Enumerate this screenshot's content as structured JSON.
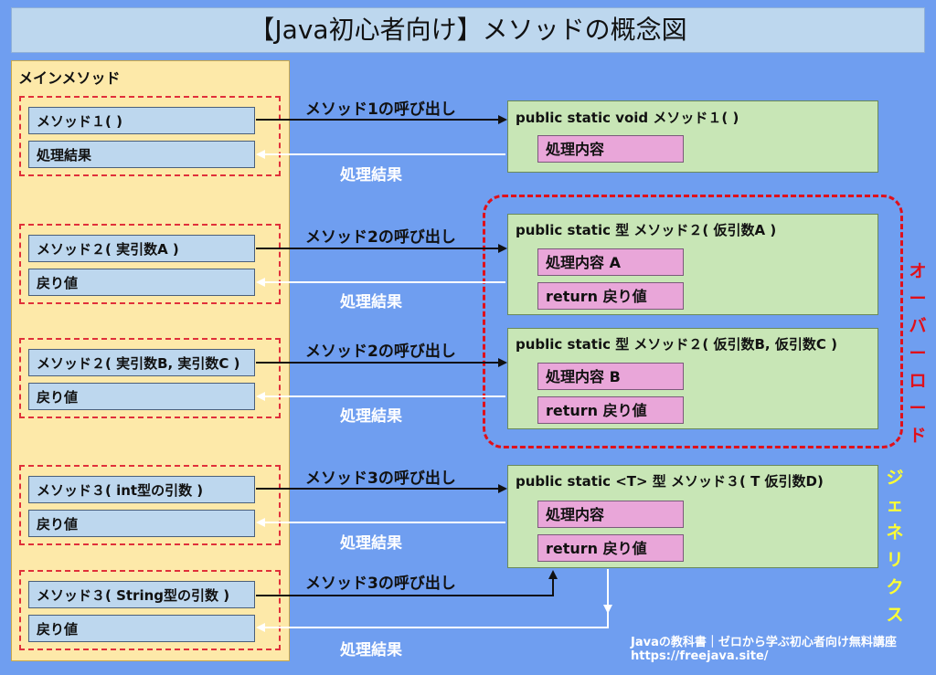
{
  "title": "【Java初心者向け】メソッドの概念図",
  "main": {
    "label": "メインメソッド"
  },
  "groups": [
    {
      "call": "メソッド１( )",
      "result": "処理結果"
    },
    {
      "call": "メソッド２( 実引数A )",
      "result": "戻り値"
    },
    {
      "call": "メソッド２( 実引数B, 実引数C )",
      "result": "戻り値"
    },
    {
      "call": "メソッド３( int型の引数 )",
      "result": "戻り値"
    },
    {
      "call": "メソッド３( String型の引数 )",
      "result": "戻り値"
    }
  ],
  "calls": [
    {
      "label": "メソッド1の呼び出し",
      "result": "処理結果"
    },
    {
      "label": "メソッド2の呼び出し",
      "result": "処理結果"
    },
    {
      "label": "メソッド2の呼び出し",
      "result": "処理結果"
    },
    {
      "label": "メソッド3の呼び出し",
      "result": "処理結果"
    },
    {
      "label": "メソッド3の呼び出し",
      "result": "処理結果"
    }
  ],
  "methods": [
    {
      "signature": "public static void メソッド１( )",
      "items": [
        "処理内容"
      ]
    },
    {
      "signature": "public static 型 メソッド２( 仮引数A )",
      "items": [
        "処理内容 A",
        "return 戻り値"
      ]
    },
    {
      "signature": "public static 型 メソッド２( 仮引数B, 仮引数C )",
      "items": [
        "処理内容 B",
        "return 戻り値"
      ]
    },
    {
      "signature": "public static <T> 型 メソッド３( T  仮引数D)",
      "items": [
        "処理内容",
        "return 戻り値"
      ]
    }
  ],
  "overload_label": "オーバーロード",
  "generics_label": "ジェネリクス",
  "footer": {
    "line1": "Javaの教科書｜ゼロから学ぶ初心者向け無料講座",
    "line2": "https://freejava.site/"
  },
  "colors": {
    "background": "#6f9ef0",
    "overload": "#e0101a",
    "generics": "#ffff33"
  }
}
